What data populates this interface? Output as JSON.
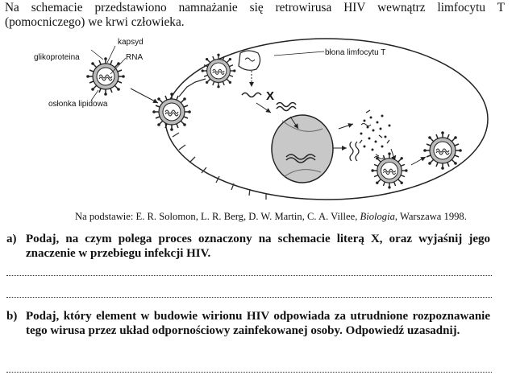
{
  "intro": "Na schemacie przedstawiono namnażanie się retrowirusa HIV wewnątrz limfocytu T (pomocniczego) we krwi człowieka.",
  "diagram": {
    "labels": {
      "kapsyd": "kapsyd",
      "glikoproteina": "glikoproteina",
      "rna": "RNA",
      "oslonka": "osłonka lipidowa",
      "blona": "błona limfocytu T",
      "x": "X"
    }
  },
  "source": {
    "prefix": "Na podstawie: E. R. Solomon, L. R. Berg, D. W. Martin, C. A. Villee,",
    "title": "Biologia",
    "suffix": ", Warszawa 1998."
  },
  "questions": [
    {
      "letter": "a)",
      "text": "Podaj, na czym polega proces oznaczony na schemacie literą X, oraz wyjaśnij jego znaczenie w przebiegu infekcji HIV."
    },
    {
      "letter": "b)",
      "text": "Podaj, który element w budowie wirionu HIV odpowiada za utrudnione rozpoznawanie tego wirusa przez układ odpornościowy zainfekowanej osoby. Odpowiedź uzasadnij."
    }
  ]
}
